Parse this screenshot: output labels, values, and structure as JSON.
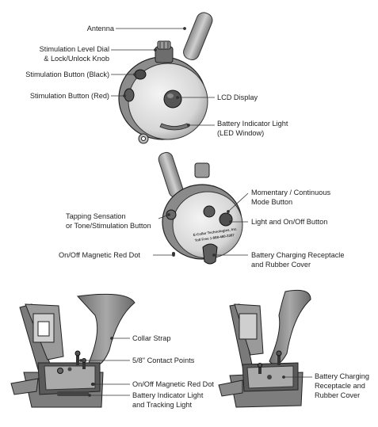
{
  "labels": {
    "antenna": "Antenna",
    "stim_dial": [
      "Stimulation Level Dial",
      "& Lock/Unlock Knob"
    ],
    "stim_black": "Stimulation Button (Black)",
    "stim_red": "Stimulation Button (Red)",
    "lcd": "LCD Display",
    "battery_indicator": [
      "Battery Indicator Light",
      "(LED Window)"
    ],
    "momentary": [
      "Momentary / Continuous",
      "Mode Button"
    ],
    "tapping": [
      "Tapping Sensation",
      "or Tone/Stimulation Button"
    ],
    "light_onoff": "Light and On/Off Button",
    "magnetic_dot_remote": "On/Off Magnetic Red Dot",
    "charging_remote": [
      "Battery Charging Receptacle",
      "and Rubber Cover"
    ],
    "collar_strap": "Collar Strap",
    "contact_points": "5/8\" Contact Points",
    "magnetic_dot_collar": "On/Off Magnetic Red Dot",
    "collar_indicator": [
      "Battery Indicator Light",
      "and Tracking Light"
    ],
    "charging_collar": [
      "Battery Charging",
      "Receptacle and",
      "Rubber Cover"
    ]
  },
  "back_panel_text": [
    "E-Collar Technologies, Inc.",
    "Toll Free 1-888-460-3387"
  ]
}
